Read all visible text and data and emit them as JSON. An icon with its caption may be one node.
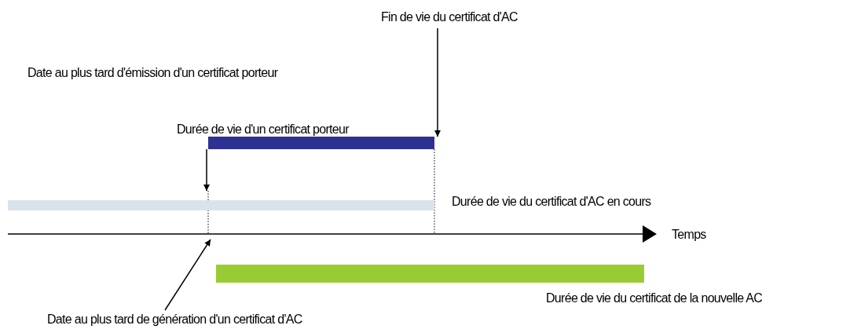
{
  "diagram": {
    "nodes": [
      {
        "text": [
          "Fin de vie du certificat d'AC"
        ]
      },
      {
        "text": [],
        "shape": "bar",
        "beside": [
          "Durée de vie d'un certificat porteur"
        ]
      },
      {
        "text": [],
        "shape": "bar",
        "beside": [
          "Durée de vie du certificat d'AC en cours"
        ]
      },
      {
        "text": [],
        "shape": "bar",
        "beside": [
          "Durée de vie du certificat de la nouvelle AC"
        ]
      },
      {
        "text": [
          "Date au plus tard de génération d'un certificat d'AC"
        ]
      }
    ],
    "edges": [
      {
        "from": 0,
        "to": 1,
        "arrow": "to"
      },
      {
        "from": 1,
        "to": 2,
        "arrow": "to"
      },
      {
        "from": 4,
        "to": null,
        "arrow": "to"
      }
    ],
    "labels": [
      "Date au plus tard d'émission d'un certificat porteur",
      "Temps"
    ]
  }
}
